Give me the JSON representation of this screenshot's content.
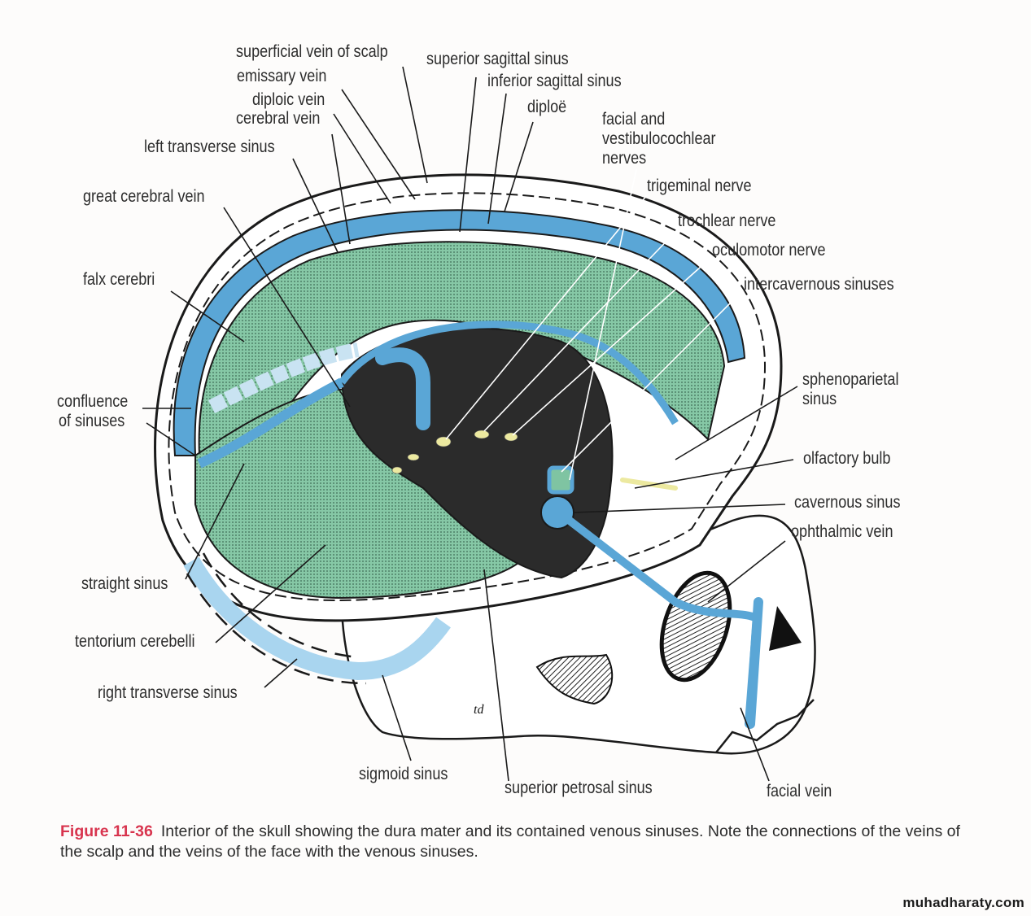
{
  "figure": {
    "title": "Interior of the skull — dura mater and venous sinuses",
    "colors": {
      "sinus_blue": "#5aa6d6",
      "light_sinus_blue": "#a9d5ef",
      "dura_green": "#7fc4a2",
      "cavity_dark": "#2b2b2b",
      "nerve_yellow": "#ece9a0",
      "outline": "#1a1a1a"
    },
    "labels": {
      "superficial_vein_of_scalp": "superficial vein of scalp",
      "superior_sagittal_sinus": "superior sagittal sinus",
      "emissary_vein": "emissary vein",
      "inferior_sagittal_sinus": "inferior sagittal sinus",
      "diploic_vein": "diploic vein",
      "cerebral_vein": "cerebral vein",
      "diploe": "diploë",
      "facial_vestibulocochlear_1": "facial and",
      "facial_vestibulocochlear_2": "vestibulocochlear",
      "facial_vestibulocochlear_3": "nerves",
      "left_transverse_sinus": "left transverse sinus",
      "trigeminal_nerve": "trigeminal nerve",
      "great_cerebral_vein": "great cerebral vein",
      "trochlear_nerve": "trochlear nerve",
      "oculomotor_nerve": "oculomotor nerve",
      "falx_cerebri": "falx cerebri",
      "intercavernous_sinuses": "intercavernous sinuses",
      "sphenoparietal_1": "sphenoparietal",
      "sphenoparietal_2": "sinus",
      "confluence_1": "confluence",
      "confluence_2": "of sinuses",
      "olfactory_bulb": "olfactory bulb",
      "cavernous_sinus": "cavernous sinus",
      "ophthalmic_vein": "ophthalmic vein",
      "straight_sinus": "straight sinus",
      "tentorium_cerebelli": "tentorium cerebelli",
      "right_transverse_sinus": "right transverse sinus",
      "sigmoid_sinus": "sigmoid sinus",
      "superior_petrosal_sinus": "superior petrosal sinus",
      "facial_vein": "facial vein"
    },
    "artist_mark": "td"
  },
  "caption": {
    "figure_number": "Figure 11-36",
    "text": "Interior of the skull showing the dura mater and its contained venous sinuses. Note the connections of the veins of the scalp and the veins of the face with the venous sinuses."
  },
  "watermark": "muhadharaty.com"
}
